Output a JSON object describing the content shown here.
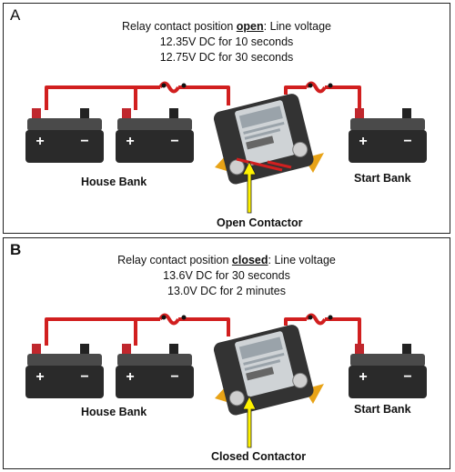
{
  "panels": [
    {
      "letter": "A",
      "caption_prefix": "Relay contact position ",
      "caption_keyword": "open",
      "caption_suffix": ": Line voltage",
      "line2": "12.35V DC for 10 seconds",
      "line3": "12.75V DC for 30 seconds",
      "house_label": "House Bank",
      "start_label": "Start Bank",
      "contactor_label": "Open Contactor"
    },
    {
      "letter": "B",
      "caption_prefix": "Relay contact position ",
      "caption_keyword": "closed",
      "caption_suffix": ": Line voltage",
      "line2": "13.6V DC for 30 seconds",
      "line3": "13.0V DC for 2 minutes",
      "house_label": "House Bank",
      "start_label": "Start Bank",
      "contactor_label": "Closed Contactor"
    }
  ],
  "colors": {
    "wire": "#d11f1f",
    "arrow": "#fff200",
    "battery_body": "#2a2a2a",
    "relay_body": "#333333",
    "terminal_pos": "#c0272d"
  }
}
